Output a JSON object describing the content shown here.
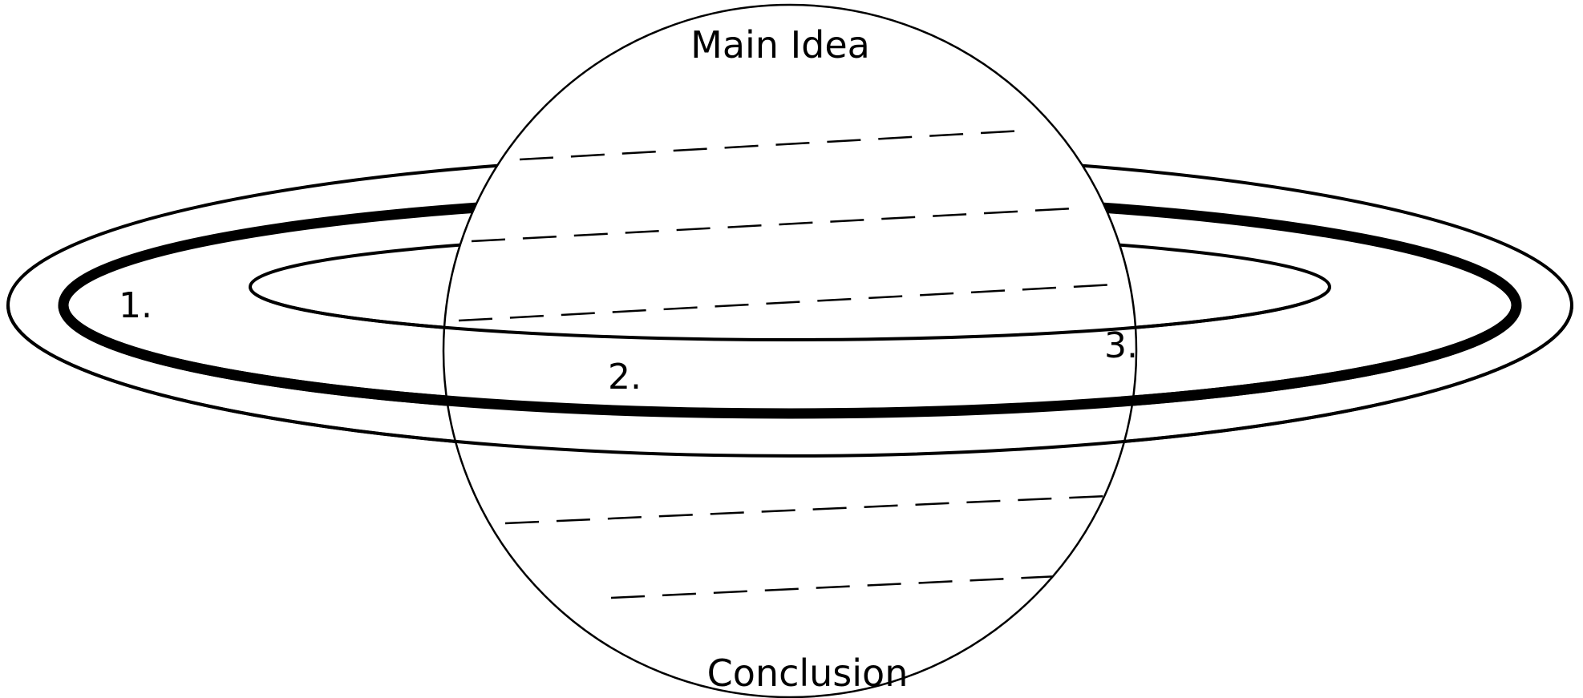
{
  "organizer": {
    "top_heading": "Main Idea",
    "bottom_heading": "Conclusion",
    "point_1": "1.",
    "point_2": "2.",
    "point_3": "3."
  },
  "colors": {
    "ink": "#000000",
    "paper": "#ffffff"
  }
}
